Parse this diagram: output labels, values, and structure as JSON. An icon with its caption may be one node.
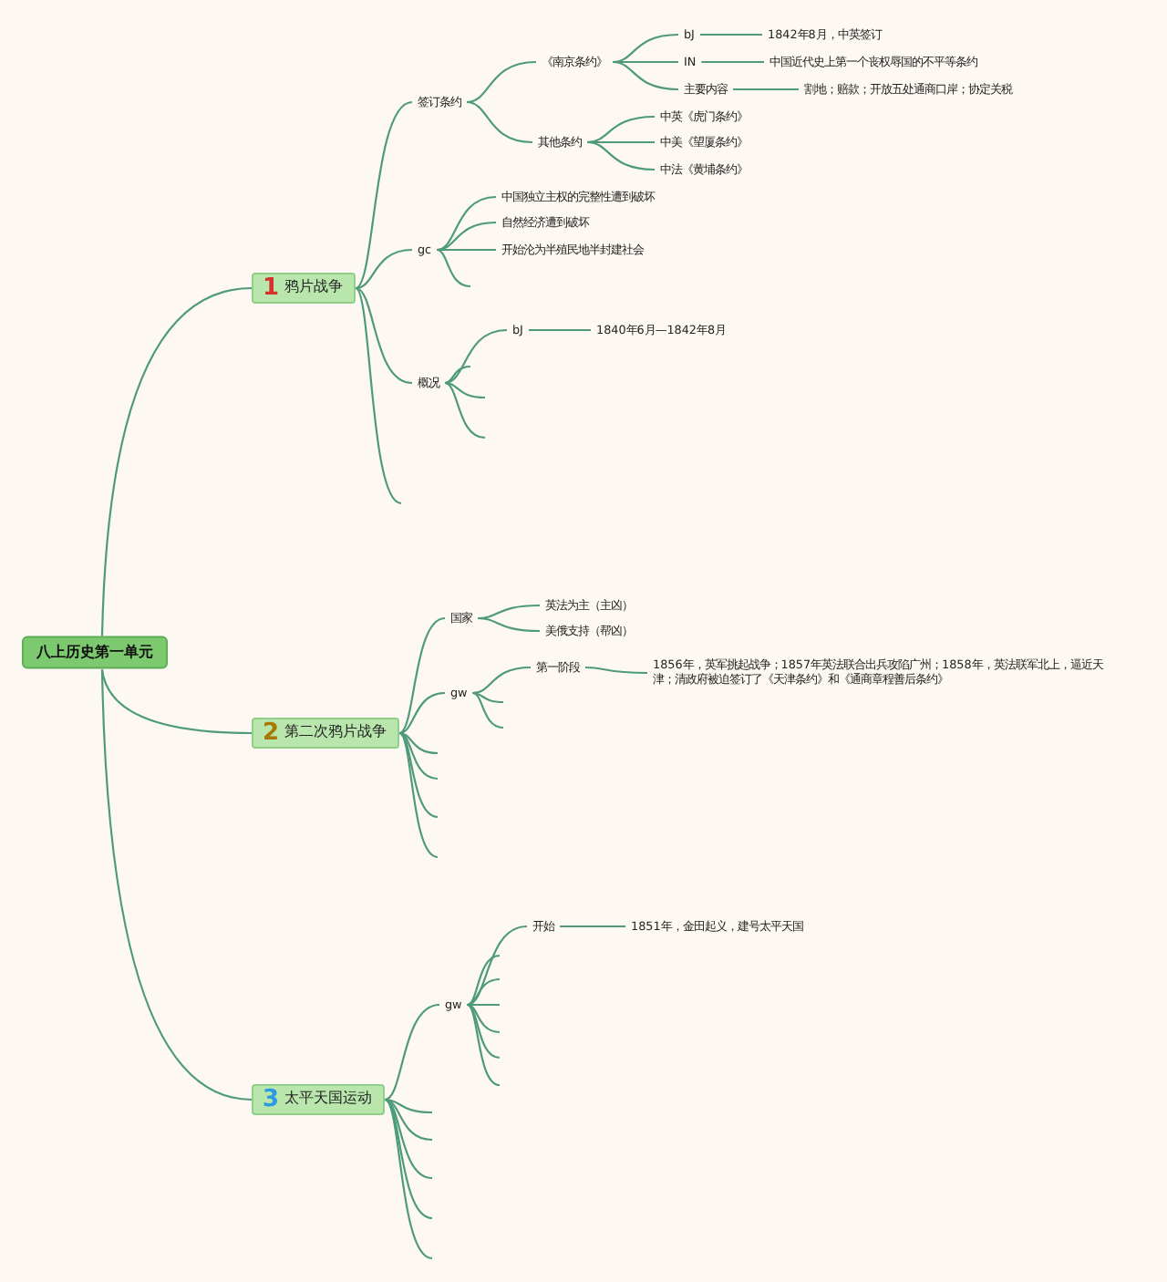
{
  "diagram": {
    "nodes": [
      {
        "text": [
          "八上历史第一单元"
        ]
      },
      {
        "text": [
          "1",
          "鸦片战争"
        ]
      },
      {
        "text": [
          "2",
          "第二次鸦片战争"
        ]
      },
      {
        "text": [
          "3",
          "太平天国运动"
        ]
      },
      {
        "text": [
          "签订条约"
        ]
      },
      {
        "text": [
          "《南京条约》"
        ]
      },
      {
        "text": [
          "bJ"
        ]
      },
      {
        "text": [
          "1842年8月，中英签订"
        ]
      },
      {
        "text": [
          "IN"
        ]
      },
      {
        "text": [
          "中国近代史上第一个丧权辱国的不平等条约"
        ]
      },
      {
        "text": [
          "主要内容"
        ]
      },
      {
        "text": [
          "割地；赔款；开放五处通商口岸；协定关税"
        ]
      },
      {
        "text": [
          "其他条约"
        ]
      },
      {
        "text": [
          "中英《虎门条约》"
        ]
      },
      {
        "text": [
          "中美《望厦条约》"
        ]
      },
      {
        "text": [
          "中法《黄埔条约》"
        ]
      },
      {
        "text": [
          "gc"
        ]
      },
      {
        "text": [
          "中国独立主权的完整性遭到破坏"
        ]
      },
      {
        "text": [
          "自然经济遭到破坏"
        ]
      },
      {
        "text": [
          "开始沦为半殖民地半封建社会"
        ]
      },
      {
        "text": [
          "概况"
        ]
      },
      {
        "text": [
          "bJ"
        ]
      },
      {
        "text": [
          "1840年6月—1842年8月"
        ]
      },
      {
        "text": [
          "国家"
        ]
      },
      {
        "text": [
          "英法为主（主凶）"
        ]
      },
      {
        "text": [
          "美俄支持（帮凶）"
        ]
      },
      {
        "text": [
          "gw"
        ]
      },
      {
        "text": [
          "第一阶段"
        ]
      },
      {
        "text": [
          "1856年，英军挑起战争；1857年英法联合出兵攻陷广州；1858年，英法联军北上，逼近天津；清政府被迫签订了《天津条约》和《通商章程善后条约》"
        ]
      },
      {
        "text": [
          "gw"
        ]
      },
      {
        "text": [
          "开始"
        ]
      },
      {
        "text": [
          "1851年，金田起义，建号太平天国"
        ]
      }
    ],
    "edges": [
      {
        "from": 0,
        "to": 1,
        "arrow": "none"
      },
      {
        "from": 0,
        "to": 2,
        "arrow": "none"
      },
      {
        "from": 0,
        "to": 3,
        "arrow": "none"
      },
      {
        "from": 1,
        "to": 4,
        "arrow": "none"
      },
      {
        "from": 1,
        "to": 16,
        "arrow": "none"
      },
      {
        "from": 1,
        "to": 20,
        "arrow": "none"
      },
      {
        "from": 1,
        "to": null,
        "arrow": "none"
      },
      {
        "from": 4,
        "to": 5,
        "arrow": "none"
      },
      {
        "from": 4,
        "to": 12,
        "arrow": "none"
      },
      {
        "from": 5,
        "to": 6,
        "arrow": "none"
      },
      {
        "from": 5,
        "to": 8,
        "arrow": "none"
      },
      {
        "from": 5,
        "to": 10,
        "arrow": "none"
      },
      {
        "from": 6,
        "to": 7,
        "arrow": "none"
      },
      {
        "from": 8,
        "to": 9,
        "arrow": "none"
      },
      {
        "from": 10,
        "to": 11,
        "arrow": "none"
      },
      {
        "from": 12,
        "to": 13,
        "arrow": "none"
      },
      {
        "from": 12,
        "to": 14,
        "arrow": "none"
      },
      {
        "from": 12,
        "to": 15,
        "arrow": "none"
      },
      {
        "from": 16,
        "to": 17,
        "arrow": "none"
      },
      {
        "from": 16,
        "to": 18,
        "arrow": "none"
      },
      {
        "from": 16,
        "to": 19,
        "arrow": "none"
      },
      {
        "from": 16,
        "to": null,
        "arrow": "none"
      },
      {
        "from": 20,
        "to": 21,
        "arrow": "none"
      },
      {
        "from": 20,
        "to": null,
        "arrow": "none"
      },
      {
        "from": 20,
        "to": null,
        "arrow": "none"
      },
      {
        "from": 20,
        "to": null,
        "arrow": "none"
      },
      {
        "from": 21,
        "to": 22,
        "arrow": "none"
      },
      {
        "from": 2,
        "to": 23,
        "arrow": "none"
      },
      {
        "from": 2,
        "to": 26,
        "arrow": "none"
      },
      {
        "from": 2,
        "to": null,
        "arrow": "none"
      },
      {
        "from": 2,
        "to": null,
        "arrow": "none"
      },
      {
        "from": 2,
        "to": null,
        "arrow": "none"
      },
      {
        "from": 2,
        "to": null,
        "arrow": "none"
      },
      {
        "from": 23,
        "to": 24,
        "arrow": "none"
      },
      {
        "from": 23,
        "to": 25,
        "arrow": "none"
      },
      {
        "from": 26,
        "to": 27,
        "arrow": "none"
      },
      {
        "from": 26,
        "to": null,
        "arrow": "none"
      },
      {
        "from": 26,
        "to": null,
        "arrow": "none"
      },
      {
        "from": 27,
        "to": 28,
        "arrow": "none"
      },
      {
        "from": 3,
        "to": 29,
        "arrow": "none"
      },
      {
        "from": 3,
        "to": null,
        "arrow": "none"
      },
      {
        "from": 3,
        "to": null,
        "arrow": "none"
      },
      {
        "from": 3,
        "to": null,
        "arrow": "none"
      },
      {
        "from": 3,
        "to": null,
        "arrow": "none"
      },
      {
        "from": 3,
        "to": null,
        "arrow": "none"
      },
      {
        "from": 29,
        "to": 30,
        "arrow": "none"
      },
      {
        "from": 29,
        "to": null,
        "arrow": "none"
      },
      {
        "from": 29,
        "to": null,
        "arrow": "none"
      },
      {
        "from": 29,
        "to": null,
        "arrow": "none"
      },
      {
        "from": 29,
        "to": null,
        "arrow": "none"
      },
      {
        "from": 29,
        "to": null,
        "arrow": "none"
      },
      {
        "from": 29,
        "to": null,
        "arrow": "none"
      },
      {
        "from": 30,
        "to": 31,
        "arrow": "none"
      }
    ]
  }
}
